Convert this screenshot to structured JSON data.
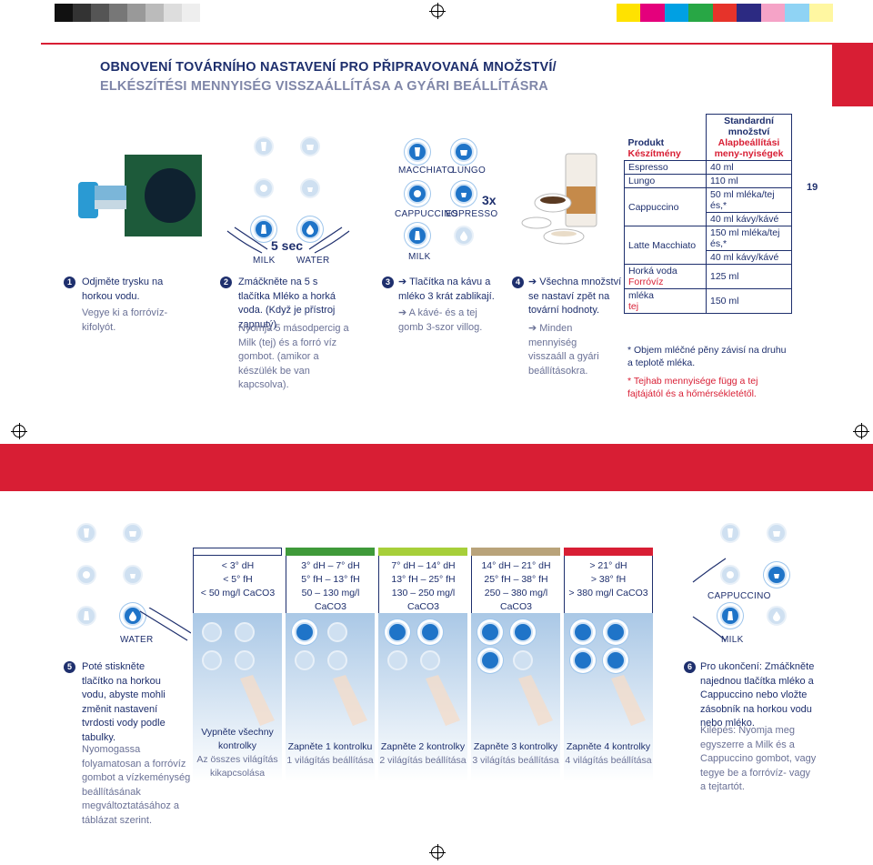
{
  "page_number": "19",
  "title": {
    "cz": "OBNOVENÍ TOVÁRNÍHO NASTAVENÍ PRO PŘIPRAVOVANÁ MNOŽSTVÍ/",
    "hu": "ELKÉSZÍTÉSI MENNYISÉG VISSZAÁLLÍTÁSA A GYÁRI BEÁLLÍTÁSRA"
  },
  "buttons": {
    "milk": "MILK",
    "water": "WATER",
    "macchiato": "MACCHIATO",
    "lungo": "LUNGO",
    "cappuccino": "CAPPUCCINO",
    "espresso": "ESPRESSO",
    "five_sec": "5 sec",
    "times3": "3x"
  },
  "steps": [
    {
      "num": "1",
      "cz": "Odjměte trysku na horkou vodu.",
      "hu": "Vegye ki a forróvíz-kifolyót."
    },
    {
      "num": "2",
      "cz": "Zmáčkněte na 5 s tlačítka Mléko a horká voda. (Když je přístroj zapnutý)",
      "hu": "Nyomja 5 másodpercig a Milk (tej) és a forró víz gombot. (amikor a készülék be van kapcsolva)."
    },
    {
      "num": "3",
      "cz": "➔ Tlačítka na kávu a mléko 3 krát zablikají.",
      "hu": "➔ A kávé- és a tej gomb 3-szor villog."
    },
    {
      "num": "4",
      "cz": "➔ Všechna množství se nastaví zpět na tovární hodnoty.",
      "hu": "➔ Minden mennyiség visszaáll a gyári beállításokra."
    },
    {
      "num": "5",
      "cz": "Poté stiskněte tlačítko na horkou vodu, abyste mohli změnit nastavení tvrdosti vody podle tabulky.",
      "hu": "Nyomogassa folyamatosan a forróvíz gombot a vízkeménység beállításának megváltoztatásához a táblázat szerint."
    },
    {
      "num": "6",
      "cz": "Pro ukončení: Zmáčkněte najednou tlačítka mléko a Cappuccino nebo vložte zásobník na horkou vodu nebo mléko.",
      "hu": "Kilépés: Nyomja meg egyszerre a Milk és a Cappuccino gombot, vagy tegye be a forróvíz- vagy a tejtartót."
    }
  ],
  "product_table": {
    "head_product_cz": "Produkt",
    "head_product_hu": "Készítmény",
    "head_amount_cz": "Standardní množství",
    "head_amount_hu": "Alapbeállítási meny-nyiségek",
    "rows": [
      {
        "name": "Espresso",
        "amount": "40 ml"
      },
      {
        "name": "Lungo",
        "amount": "110 ml"
      },
      {
        "name": "Cappuccino",
        "amount1": "50 ml mléka/tej és,*",
        "amount2": "40 ml kávy/kávé"
      },
      {
        "name": "Latte Macchiato",
        "amount1": "150 ml mléka/tej és,*",
        "amount2": "40 ml kávy/kávé"
      },
      {
        "name1": "Horká voda",
        "name2": "Forróvíz",
        "amount": "125 ml"
      },
      {
        "name1": "mléka",
        "name2": "tej",
        "amount": "150 ml"
      }
    ],
    "note_cz": "* Objem mléčné pěny závisí na druhu a teplotě mléka.",
    "note_hu": "* Tejhab mennyisége függ a tej fajtájától és a hőmérsékletétől."
  },
  "hardness": [
    {
      "l1": "< 3° dH",
      "l2": "< 5° fH",
      "l3": "< 50 mg/l CaCO3",
      "cz": "Vypněte všechny kontrolky",
      "hu": "Az összes világítás kikapcsolása"
    },
    {
      "l1": "3° dH – 7° dH",
      "l2": "5° fH – 13° fH",
      "l3": "50 – 130 mg/l CaCO3",
      "cz": "Zapněte 1 kontrolku",
      "hu": "1 világítás beállítása"
    },
    {
      "l1": "7° dH – 14° dH",
      "l2": "13° fH – 25° fH",
      "l3": "130 – 250 mg/l CaCO3",
      "cz": "Zapněte 2 kontrolky",
      "hu": "2 világítás beállítása"
    },
    {
      "l1": "14° dH – 21° dH",
      "l2": "25° fH – 38° fH",
      "l3": "250 – 380 mg/l CaCO3",
      "cz": "Zapněte 3 kontrolky",
      "hu": "3 világítás beállítása"
    },
    {
      "l1": "> 21° dH",
      "l2": "> 38° fH",
      "l3": "> 380 mg/l CaCO3",
      "cz": "Zapněte 4 kontrolky",
      "hu": "4 világítás beállítása"
    }
  ],
  "colors": {
    "brand_red": "#d81e34",
    "navy": "#1e2f6d",
    "button_blue": "#1f74c8"
  }
}
